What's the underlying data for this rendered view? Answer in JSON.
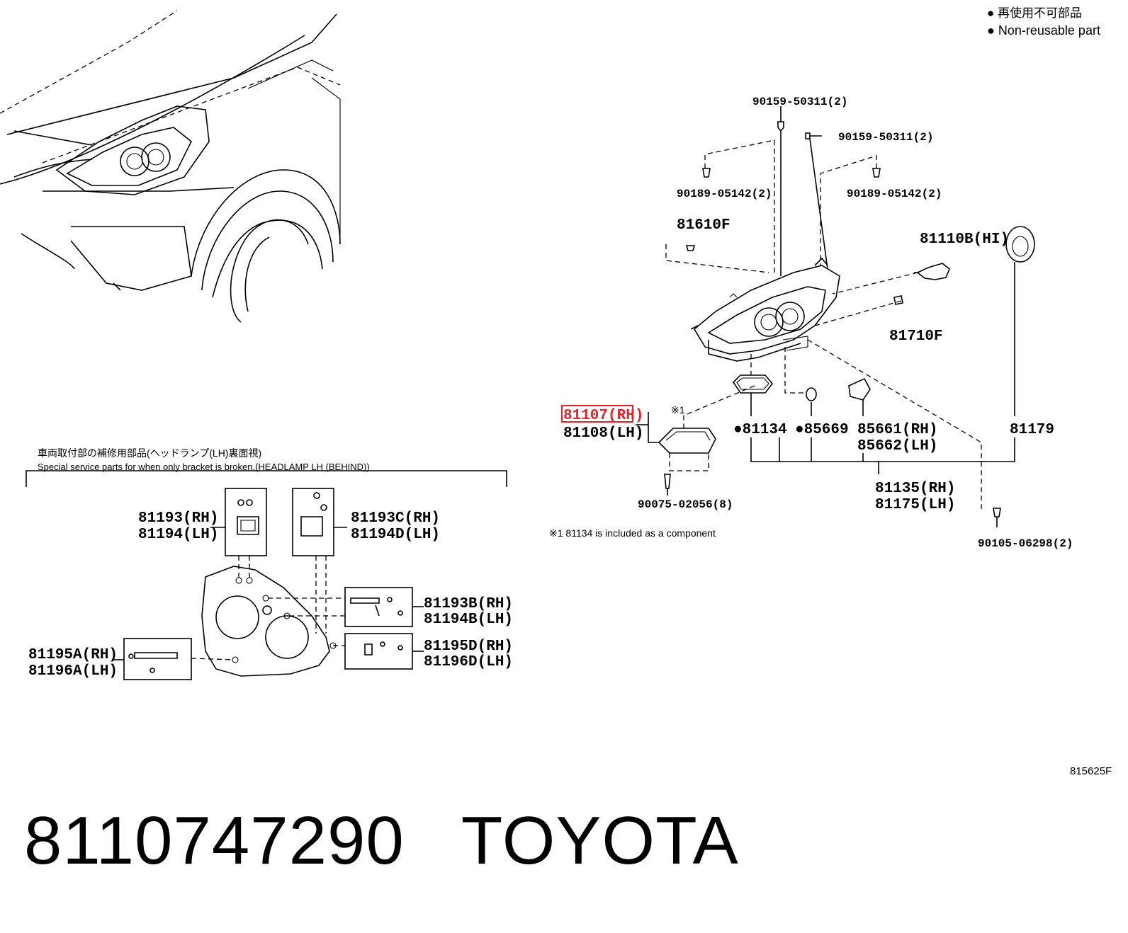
{
  "legend": {
    "jp": "● 再使用不可部品",
    "en": "● Non-reusable part"
  },
  "diagram_code": "815625F",
  "parts": {
    "p90159_top": "90159-50311(2)",
    "p90159_right": "90159-50311(2)",
    "p90189_left": "90189-05142(2)",
    "p90189_right": "90189-05142(2)",
    "p81610F": "81610F",
    "p81110B": "81110B(HI)",
    "p81710F": "81710F",
    "p81107": "81107(RH)",
    "p81108": "81108(LH)",
    "note_mark": "※1",
    "p81134": "●81134",
    "p85669": "●85669",
    "p85661": "85661(RH)",
    "p85662": "85662(LH)",
    "p81179": "81179",
    "p90075": "90075-02056(8)",
    "p81135": "81135(RH)",
    "p81175": "81175(LH)",
    "p90105": "90105-06298(2)",
    "component_note": "※1  81134 is included as a component"
  },
  "bracket_section": {
    "title_jp": "車両取付部の補修用部品(ヘッドランプ(LH)裏面視)",
    "title_en": "Special service parts for when only bracket is broken.(HEADLAMP LH (BEHIND))",
    "p81193": "81193(RH)",
    "p81194": "81194(LH)",
    "p81193C": "81193C(RH)",
    "p81194D": "81194D(LH)",
    "p81193B": "81193B(RH)",
    "p81194B": "81194B(LH)",
    "p81195A": "81195A(RH)",
    "p81196A": "81196A(LH)",
    "p81195D": "81195D(RH)",
    "p81196D": "81196D(LH)"
  },
  "footer": {
    "part_number": "8110747290",
    "brand": "TOYOTA"
  },
  "highlight_color": "#e0242b"
}
